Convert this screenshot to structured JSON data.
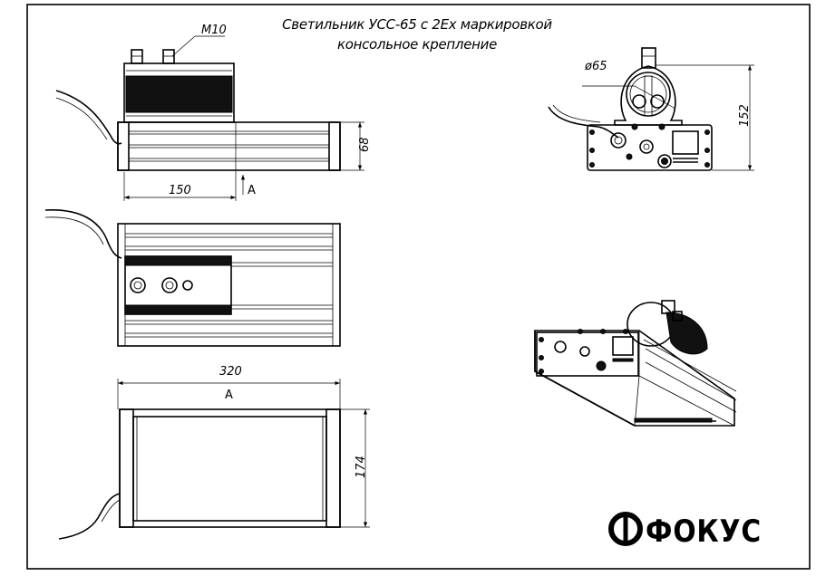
{
  "title": {
    "line1": "Светильник УСС-65 с 2Ех маркировкой",
    "line2": "консольное крепление"
  },
  "side_view": {
    "thread_label": "M10",
    "length_dim": "150",
    "height_dim": "68",
    "section_label": "A"
  },
  "bottom_view": {
    "length_dim": "320",
    "section_label": "A",
    "width_dim": "174"
  },
  "front_view": {
    "diameter_label": "ø65",
    "height_dim": "152"
  },
  "logo": {
    "text": "ФОКУС"
  }
}
